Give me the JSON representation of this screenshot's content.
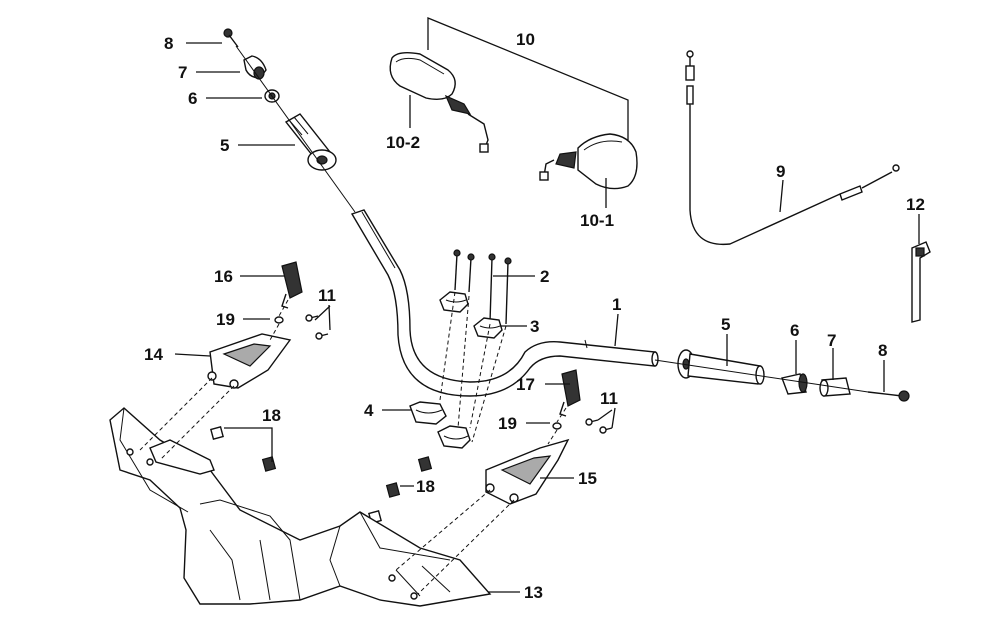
{
  "callouts": [
    {
      "id": "c8a",
      "text": "8"
    },
    {
      "id": "c7a",
      "text": "7"
    },
    {
      "id": "c6a",
      "text": "6"
    },
    {
      "id": "c5a",
      "text": "5"
    },
    {
      "id": "c10",
      "text": "10"
    },
    {
      "id": "c10-2",
      "text": "10-2"
    },
    {
      "id": "c10-1",
      "text": "10-1"
    },
    {
      "id": "c9",
      "text": "9"
    },
    {
      "id": "c12",
      "text": "12"
    },
    {
      "id": "c16",
      "text": "16"
    },
    {
      "id": "c2",
      "text": "2"
    },
    {
      "id": "c11a",
      "text": "11"
    },
    {
      "id": "c19a",
      "text": "19"
    },
    {
      "id": "c3",
      "text": "3"
    },
    {
      "id": "c1",
      "text": "1"
    },
    {
      "id": "c5b",
      "text": "5"
    },
    {
      "id": "c6b",
      "text": "6"
    },
    {
      "id": "c7b",
      "text": "7"
    },
    {
      "id": "c8b",
      "text": "8"
    },
    {
      "id": "c14",
      "text": "14"
    },
    {
      "id": "c17",
      "text": "17"
    },
    {
      "id": "c11b",
      "text": "11"
    },
    {
      "id": "c4",
      "text": "4"
    },
    {
      "id": "c19b",
      "text": "19"
    },
    {
      "id": "c18a",
      "text": "18"
    },
    {
      "id": "c15",
      "text": "15"
    },
    {
      "id": "c18b",
      "text": "18"
    },
    {
      "id": "c13",
      "text": "13"
    }
  ]
}
